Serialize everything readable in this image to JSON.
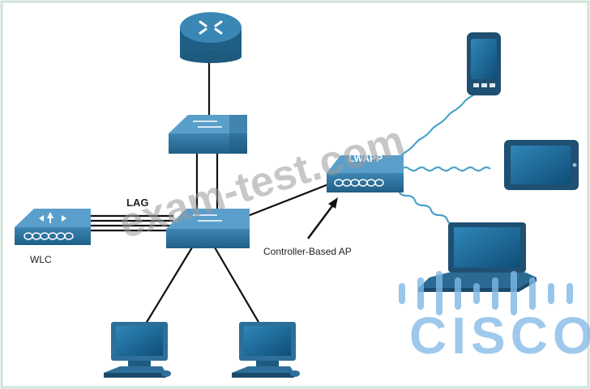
{
  "labels": {
    "lag": "LAG",
    "wlc": "WLC",
    "controller_ap": "Controller-Based AP",
    "lwapp": "LWAPP"
  },
  "watermark": "exam-test.com",
  "logo_text": "CISCO",
  "colors": {
    "device_blue": "#2a6f99",
    "device_dark": "#1d5a7d",
    "link": "#111111",
    "wireless": "#4aa3c9",
    "logo": "#7fb8e6",
    "frame": "#cfe3d9"
  },
  "nodes": [
    {
      "id": "router",
      "icon": "router-icon"
    },
    {
      "id": "distribution-switch",
      "icon": "multilayer-switch-icon"
    },
    {
      "id": "access-switch",
      "icon": "switch-icon"
    },
    {
      "id": "wlc",
      "icon": "wireless-lan-controller-icon"
    },
    {
      "id": "lightweight-ap",
      "icon": "access-point-icon"
    },
    {
      "id": "smartphone",
      "icon": "smartphone-icon"
    },
    {
      "id": "tablet",
      "icon": "tablet-icon"
    },
    {
      "id": "laptop",
      "icon": "laptop-icon"
    },
    {
      "id": "pc-1",
      "icon": "desktop-pc-icon"
    },
    {
      "id": "pc-2",
      "icon": "desktop-pc-icon"
    }
  ]
}
